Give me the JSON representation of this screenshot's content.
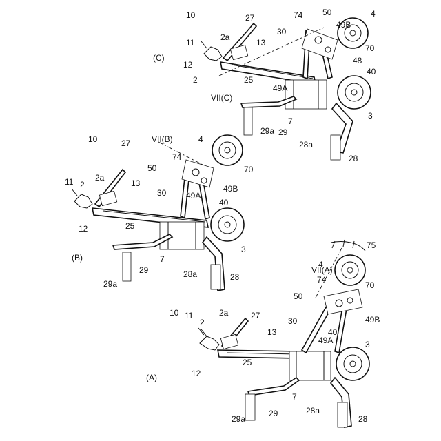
{
  "figure": {
    "panels": [
      {
        "id": "A",
        "panel_label": "(A)",
        "labels": [
          "10",
          "11",
          "2",
          "2a",
          "12",
          "27",
          "13",
          "25",
          "30",
          "50",
          "74",
          "VII(A)",
          "75",
          "4",
          "49A",
          "49B",
          "70",
          "40",
          "3",
          "7",
          "29",
          "29a",
          "28a",
          "28"
        ]
      },
      {
        "id": "B",
        "panel_label": "(B)",
        "labels": [
          "10",
          "27",
          "11",
          "2",
          "2a",
          "12",
          "13",
          "25",
          "30",
          "VII(B)",
          "74",
          "50",
          "4",
          "70",
          "49A",
          "49B",
          "40",
          "3",
          "7",
          "29",
          "29a",
          "28a",
          "28"
        ]
      },
      {
        "id": "C",
        "panel_label": "(C)",
        "labels": [
          "10",
          "27",
          "11",
          "2a",
          "2",
          "12",
          "13",
          "25",
          "VII(C)",
          "30",
          "74",
          "50",
          "49B",
          "4",
          "70",
          "48",
          "49A",
          "40",
          "7",
          "3",
          "29a",
          "29",
          "28a",
          "28"
        ]
      }
    ]
  }
}
